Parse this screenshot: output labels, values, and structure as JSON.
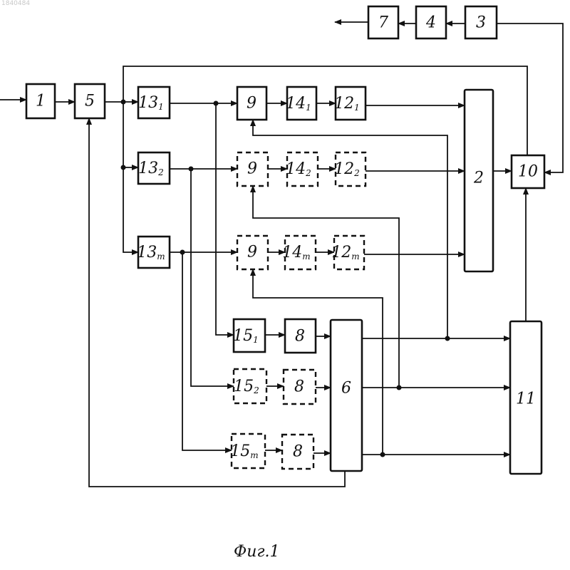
{
  "document_ref": "1840484",
  "caption": "Фиг.1",
  "blocks": {
    "b1": {
      "main": "1"
    },
    "b5": {
      "main": "5"
    },
    "b7": {
      "main": "7"
    },
    "b4": {
      "main": "4"
    },
    "b3": {
      "main": "3"
    },
    "b13_1": {
      "main": "13",
      "sub": "1"
    },
    "b13_2": {
      "main": "13",
      "sub": "2"
    },
    "b13_m": {
      "main": "13",
      "sub": "m"
    },
    "b9_1": {
      "main": "9"
    },
    "b9_2": {
      "main": "9"
    },
    "b9_m": {
      "main": "9"
    },
    "b14_1": {
      "main": "14",
      "sub": "1"
    },
    "b14_2": {
      "main": "14",
      "sub": "2"
    },
    "b14_m": {
      "main": "14",
      "sub": "m"
    },
    "b12_1": {
      "main": "12",
      "sub": "1"
    },
    "b12_2": {
      "main": "12",
      "sub": "2"
    },
    "b12_m": {
      "main": "12",
      "sub": "m"
    },
    "b2": {
      "main": "2"
    },
    "b10": {
      "main": "10"
    },
    "b15_1": {
      "main": "15",
      "sub": "1"
    },
    "b15_2": {
      "main": "15",
      "sub": "2"
    },
    "b15_m": {
      "main": "15",
      "sub": "m"
    },
    "b8_1": {
      "main": "8"
    },
    "b8_2": {
      "main": "8"
    },
    "b8_m": {
      "main": "8"
    },
    "b6": {
      "main": "6"
    },
    "b11": {
      "main": "11"
    }
  }
}
